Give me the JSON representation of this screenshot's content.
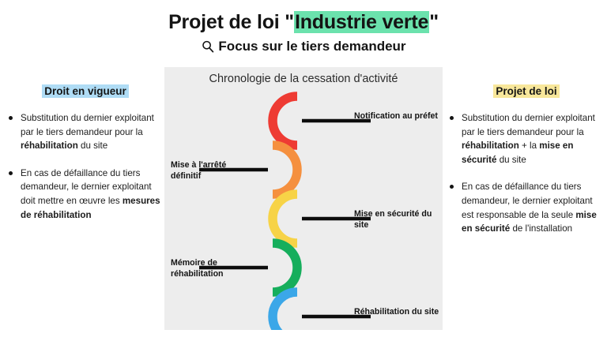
{
  "header": {
    "title_prefix": "Projet de loi \"",
    "title_highlight": "Industrie verte",
    "title_suffix": "\"",
    "subtitle": "Focus sur le tiers demandeur",
    "search_icon": "magnifier-icon",
    "highlight_color": "#6BE2AD"
  },
  "left_column": {
    "heading": "Droit en vigueur",
    "heading_highlight_color": "#AFDCF5",
    "bullets": [
      {
        "parts": [
          {
            "text": "Substitution du dernier exploitant par le tiers demandeur pour la ",
            "bold": false
          },
          {
            "text": "réhabilitation",
            "bold": true
          },
          {
            "text": " du site",
            "bold": false
          }
        ]
      },
      {
        "parts": [
          {
            "text": "En cas de défaillance du tiers demandeur, le dernier exploitant doit mettre en œuvre les ",
            "bold": false
          },
          {
            "text": "mesures de réhabilitation",
            "bold": true
          }
        ]
      }
    ]
  },
  "right_column": {
    "heading": "Projet de loi",
    "heading_highlight_color": "#F8E79B",
    "bullets": [
      {
        "parts": [
          {
            "text": "Substitution du dernier exploitant par le tiers demandeur pour la ",
            "bold": false
          },
          {
            "text": "réhabilitation",
            "bold": true
          },
          {
            "text": " + la ",
            "bold": false
          },
          {
            "text": "mise en sécurité",
            "bold": true
          },
          {
            "text": " du site",
            "bold": false
          }
        ]
      },
      {
        "parts": [
          {
            "text": "En cas de défaillance du tiers demandeur, le dernier exploitant est responsable de la seule ",
            "bold": false
          },
          {
            "text": "mise en sécurité",
            "bold": true
          },
          {
            "text": " de l'installation",
            "bold": false
          }
        ]
      }
    ]
  },
  "panel": {
    "title": "Chronologie de la cessation d'activité",
    "background_color": "#EDEDED",
    "steps": [
      {
        "label": "Notification au préfet",
        "color": "#EE3B33",
        "side": "right",
        "arc_opens": "right"
      },
      {
        "label": "Mise à l'arrêté définitif",
        "color": "#F5903F",
        "side": "left",
        "arc_opens": "left"
      },
      {
        "label": "Mise en sécurité du site",
        "color": "#F7D347",
        "side": "right",
        "arc_opens": "right"
      },
      {
        "label": "Mémoire de réhabilitation",
        "color": "#16AE5C",
        "side": "left",
        "arc_opens": "left"
      },
      {
        "label": "Réhabilitation du site",
        "color": "#3BA7E8",
        "side": "right",
        "arc_opens": "right"
      }
    ]
  }
}
